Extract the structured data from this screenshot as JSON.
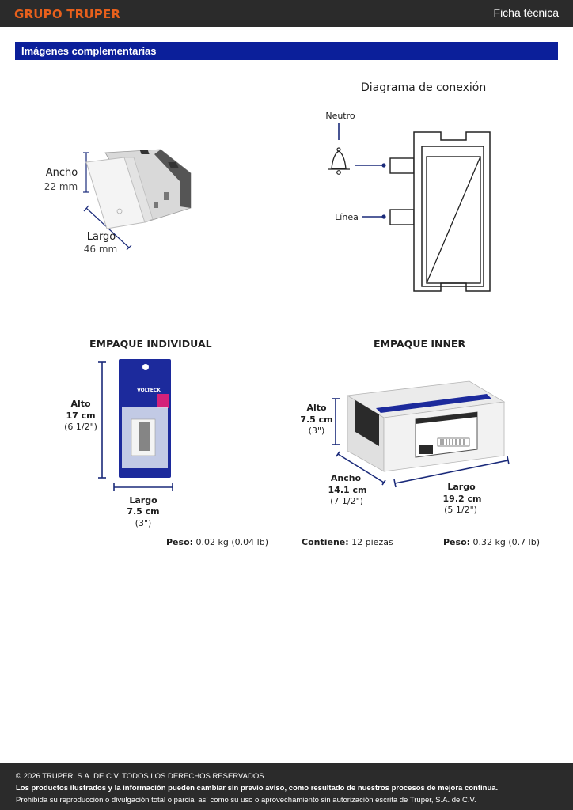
{
  "header": {
    "brand": "GRUPO TRUPER",
    "doc_type": "Ficha técnica"
  },
  "section": {
    "title": "Imágenes complementarias"
  },
  "product": {
    "ancho_label": "Ancho",
    "ancho_value": "22 mm",
    "largo_label": "Largo",
    "largo_value": "46 mm"
  },
  "connection": {
    "title": "Diagrama de conexión",
    "neutro": "Neutro",
    "linea": "Línea"
  },
  "individual": {
    "title": "EMPAQUE INDIVIDUAL",
    "alto_label": "Alto",
    "alto_cm": "17 cm",
    "alto_in": "(6 1/2\")",
    "largo_label": "Largo",
    "largo_cm": "7.5 cm",
    "largo_in": "(3\")",
    "peso_label": "Peso:",
    "peso_value": "0.02 kg (0.04 lb)",
    "brand_on_pack": "VOLTECK"
  },
  "inner": {
    "title": "EMPAQUE INNER",
    "alto_label": "Alto",
    "alto_cm": "7.5 cm",
    "alto_in": "(3\")",
    "ancho_label": "Ancho",
    "ancho_cm": "14.1 cm",
    "ancho_in": "(7 1/2\")",
    "largo_label": "Largo",
    "largo_cm": "19.2 cm",
    "largo_in": "(5 1/2\")",
    "contiene_label": "Contiene:",
    "contiene_value": "12 piezas",
    "peso_label": "Peso:",
    "peso_value": "0.32 kg (0.7 lb)"
  },
  "footer": {
    "copyright": "© 2026 TRUPER, S.A. DE C.V. TODOS LOS DERECHOS RESERVADOS.",
    "notice": "Los productos ilustrados y la información pueden cambiar sin previo aviso, como resultado de nuestros procesos de mejora continua.",
    "prohibition": "Prohibida su reproducción o divulgación total o parcial así como su uso o aprovechamiento sin autorización escrita de Truper, S.A. de C.V."
  },
  "colors": {
    "brand_orange": "#e8601c",
    "section_blue": "#0b1f9a",
    "dim_navy": "#1a2a7a",
    "bar_dark": "#2b2b2b"
  }
}
